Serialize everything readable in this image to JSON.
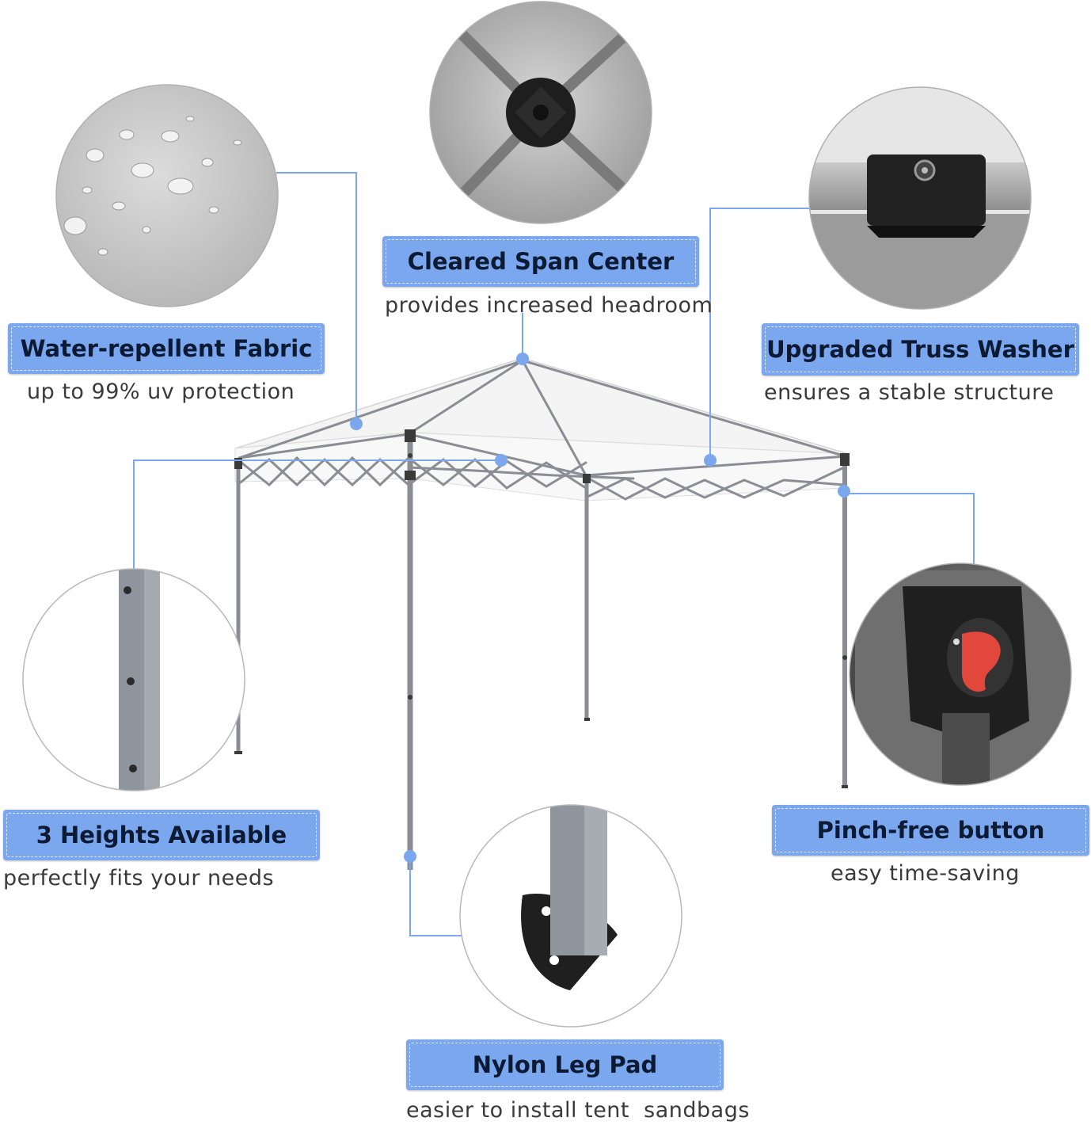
{
  "colors": {
    "badge": "#7aa7ee",
    "badge_text": "#0c1a33",
    "connector": "#7aa7ee",
    "frame": "#8a8e94",
    "canopy": "#f3f3f3"
  },
  "features": [
    {
      "id": "fabric",
      "title": "Water-repellent Fabric",
      "subtitle": "up to 99% uv protection",
      "photo": "water-droplets-fabric"
    },
    {
      "id": "span",
      "title": "Cleared Span Center",
      "subtitle": "provides increased headroom",
      "photo": "center-hub"
    },
    {
      "id": "washer",
      "title": "Upgraded Truss Washer",
      "subtitle": "ensures a stable structure",
      "photo": "truss-washer"
    },
    {
      "id": "heights",
      "title": "3 Heights Available",
      "subtitle": "perfectly fits your needs",
      "photo": "leg-holes"
    },
    {
      "id": "button",
      "title": "Pinch-free button",
      "subtitle": "easy time-saving",
      "photo": "red-button"
    },
    {
      "id": "legpad",
      "title": "Nylon Leg Pad",
      "subtitle": "easier to install tent  sandbags",
      "photo": "leg-pad"
    }
  ]
}
